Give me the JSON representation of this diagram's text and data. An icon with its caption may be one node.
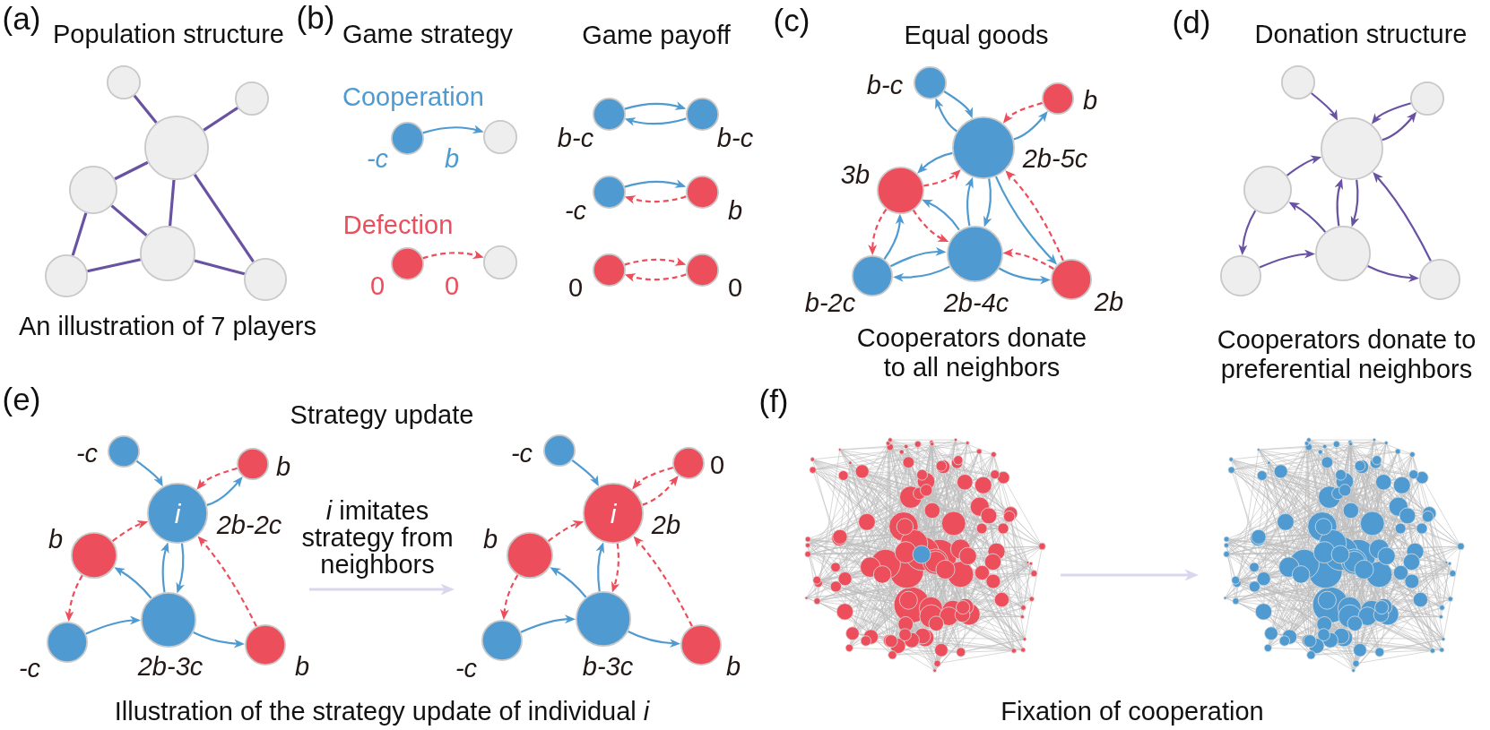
{
  "diagram": {
    "nodes": [
      {
        "text": [],
        "shape": "circle"
      },
      {
        "text": [],
        "shape": "circle"
      },
      {
        "text": [],
        "shape": "circle"
      },
      {
        "text": [],
        "shape": "circle"
      },
      {
        "text": [],
        "shape": "circle"
      },
      {
        "text": [],
        "shape": "circle"
      },
      {
        "text": [],
        "shape": "circle"
      },
      {
        "text": [],
        "shape": "circle",
        "beside": [
          "-c"
        ]
      },
      {
        "text": [],
        "shape": "circle"
      },
      {
        "text": [],
        "shape": "circle",
        "beside": [
          "0"
        ]
      },
      {
        "text": [],
        "shape": "circle"
      },
      {
        "text": [],
        "shape": "circle",
        "beside": [
          "b-c"
        ]
      },
      {
        "text": [],
        "shape": "circle",
        "beside": [
          "b-c"
        ]
      },
      {
        "text": [],
        "shape": "circle",
        "beside": [
          "-c"
        ]
      },
      {
        "text": [],
        "shape": "circle",
        "beside": [
          "b"
        ]
      },
      {
        "text": [],
        "shape": "circle",
        "beside": [
          "0"
        ]
      },
      {
        "text": [],
        "shape": "circle",
        "beside": [
          "0"
        ]
      },
      {
        "text": [],
        "shape": "circle",
        "beside": [
          "b-c"
        ]
      },
      {
        "text": [],
        "shape": "circle",
        "beside": [
          "b"
        ]
      },
      {
        "text": [],
        "shape": "circle",
        "beside": [
          "2b-5c"
        ]
      },
      {
        "text": [],
        "shape": "circle",
        "beside": [
          "3b"
        ]
      },
      {
        "text": [],
        "shape": "circle",
        "beside": [
          "b-2c"
        ]
      },
      {
        "text": [],
        "shape": "circle",
        "beside": [
          "2b-4c"
        ]
      },
      {
        "text": [],
        "shape": "circle",
        "beside": [
          "2b"
        ]
      },
      {
        "text": [],
        "shape": "circle"
      },
      {
        "text": [],
        "shape": "circle"
      },
      {
        "text": [],
        "shape": "circle"
      },
      {
        "text": [],
        "shape": "circle"
      },
      {
        "text": [],
        "shape": "circle"
      },
      {
        "text": [],
        "shape": "circle"
      },
      {
        "text": [],
        "shape": "circle"
      },
      {
        "text": [],
        "shape": "circle",
        "beside": [
          "-c"
        ]
      },
      {
        "text": [],
        "shape": "circle",
        "beside": [
          "b"
        ]
      },
      {
        "text": [
          "i"
        ],
        "beside": [
          "2b-2c"
        ]
      },
      {
        "text": [],
        "shape": "circle",
        "beside": [
          "b"
        ]
      },
      {
        "text": [],
        "shape": "circle",
        "beside": [
          "-c"
        ]
      },
      {
        "text": [],
        "shape": "circle",
        "beside": [
          "2b-3c"
        ]
      },
      {
        "text": [],
        "shape": "circle",
        "beside": [
          "b"
        ]
      },
      {
        "text": [],
        "shape": "circle",
        "beside": [
          "-c"
        ]
      },
      {
        "text": [],
        "shape": "circle",
        "beside": [
          "0"
        ]
      },
      {
        "text": [
          "i"
        ],
        "beside": [
          "2b"
        ]
      },
      {
        "text": [],
        "shape": "circle",
        "beside": [
          "b"
        ]
      },
      {
        "text": [],
        "shape": "circle",
        "beside": [
          "-c"
        ]
      },
      {
        "text": [],
        "shape": "circle",
        "beside": [
          "b-3c"
        ]
      },
      {
        "text": [],
        "shape": "circle",
        "beside": [
          "b"
        ]
      },
      {
        "text": [],
        "shape": "picture"
      },
      {
        "text": [],
        "shape": "picture"
      }
    ],
    "edges": [
      {
        "from": 0,
        "to": 2,
        "arrow": "none",
        "color": "#6a52a3"
      },
      {
        "from": 1,
        "to": 2,
        "arrow": "none",
        "color": "#6a52a3"
      },
      {
        "from": 2,
        "to": 3,
        "arrow": "none",
        "color": "#6a52a3"
      },
      {
        "from": 2,
        "to": 5,
        "arrow": "none",
        "color": "#6a52a3"
      },
      {
        "from": 2,
        "to": 6,
        "arrow": "none",
        "color": "#6a52a3"
      },
      {
        "from": 3,
        "to": 5,
        "arrow": "none",
        "color": "#6a52a3"
      },
      {
        "from": 3,
        "to": 4,
        "arrow": "none",
        "color": "#6a52a3"
      },
      {
        "from": 4,
        "to": 5,
        "arrow": "none",
        "color": "#6a52a3"
      },
      {
        "from": 5,
        "to": 6,
        "arrow": "none",
        "color": "#6a52a3"
      },
      {
        "from": 7,
        "to": 8,
        "arrow": "to",
        "label": "b"
      },
      {
        "from": 9,
        "to": 10,
        "arrow": "to",
        "label": "0",
        "style": "dashed",
        "color": "#ec4e5c"
      },
      {
        "from": 11,
        "to": 12,
        "arrow": "to"
      },
      {
        "from": 12,
        "to": 11,
        "arrow": "to"
      },
      {
        "from": 13,
        "to": 14,
        "arrow": "to"
      },
      {
        "from": 14,
        "to": 13,
        "arrow": "to",
        "style": "dashed",
        "color": "#ec4e5c"
      },
      {
        "from": 15,
        "to": 16,
        "arrow": "to",
        "style": "dashed",
        "color": "#ec4e5c"
      },
      {
        "from": 16,
        "to": 15,
        "arrow": "to",
        "style": "dashed",
        "color": "#ec4e5c"
      },
      {
        "from": 17,
        "to": 19,
        "arrow": "to"
      },
      {
        "from": 19,
        "to": 17,
        "arrow": "to"
      },
      {
        "from": 18,
        "to": 19,
        "arrow": "to",
        "style": "dashed",
        "color": "#ec4e5c"
      },
      {
        "from": 19,
        "to": 18,
        "arrow": "to"
      },
      {
        "from": 19,
        "to": 20,
        "arrow": "to"
      },
      {
        "from": 20,
        "to": 19,
        "arrow": "to",
        "style": "dashed",
        "color": "#ec4e5c"
      },
      {
        "from": 19,
        "to": 22,
        "arrow": "to"
      },
      {
        "from": 22,
        "to": 19,
        "arrow": "to"
      },
      {
        "from": 19,
        "to": 23,
        "arrow": "to"
      },
      {
        "from": 23,
        "to": 19,
        "arrow": "to",
        "style": "dashed",
        "color": "#ec4e5c"
      },
      {
        "from": 20,
        "to": 22,
        "arrow": "to",
        "style": "dashed",
        "color": "#ec4e5c"
      },
      {
        "from": 22,
        "to": 20,
        "arrow": "to"
      },
      {
        "from": 20,
        "to": 21,
        "arrow": "to",
        "style": "dashed",
        "color": "#ec4e5c"
      },
      {
        "from": 21,
        "to": 20,
        "arrow": "to"
      },
      {
        "from": 21,
        "to": 22,
        "arrow": "to"
      },
      {
        "from": 22,
        "to": 21,
        "arrow": "to"
      },
      {
        "from": 22,
        "to": 23,
        "arrow": "to"
      },
      {
        "from": 23,
        "to": 22,
        "arrow": "to",
        "style": "dashed",
        "color": "#ec4e5c"
      },
      {
        "from": 24,
        "to": 26,
        "arrow": "to",
        "color": "#6a52a3"
      },
      {
        "from": 25,
        "to": 26,
        "arrow": "to",
        "color": "#6a52a3"
      },
      {
        "from": 26,
        "to": 25,
        "arrow": "to",
        "color": "#6a52a3"
      },
      {
        "from": 27,
        "to": 26,
        "arrow": "to",
        "color": "#6a52a3"
      },
      {
        "from": 29,
        "to": 27,
        "arrow": "to",
        "color": "#6a52a3"
      },
      {
        "from": 27,
        "to": 28,
        "arrow": "to",
        "color": "#6a52a3"
      },
      {
        "from": 28,
        "to": 29,
        "arrow": "to",
        "color": "#6a52a3"
      },
      {
        "from": 29,
        "to": 26,
        "arrow": "to",
        "color": "#6a52a3"
      },
      {
        "from": 26,
        "to": 29,
        "arrow": "to",
        "color": "#6a52a3"
      },
      {
        "from": 29,
        "to": 30,
        "arrow": "to",
        "color": "#6a52a3"
      },
      {
        "from": 30,
        "to": 26,
        "arrow": "to",
        "color": "#6a52a3"
      },
      {
        "from": 31,
        "to": 33,
        "arrow": "to"
      },
      {
        "from": 32,
        "to": 33,
        "arrow": "to",
        "style": "dashed",
        "color": "#ec4e5c"
      },
      {
        "from": 33,
        "to": 32,
        "arrow": "to"
      },
      {
        "from": 34,
        "to": 33,
        "arrow": "to",
        "style": "dashed",
        "color": "#ec4e5c"
      },
      {
        "from": 36,
        "to": 34,
        "arrow": "to"
      },
      {
        "from": 34,
        "to": 35,
        "arrow": "to",
        "style": "dashed",
        "color": "#ec4e5c"
      },
      {
        "from": 35,
        "to": 36,
        "arrow": "to"
      },
      {
        "from": 36,
        "to": 33,
        "arrow": "to"
      },
      {
        "from": 33,
        "to": 36,
        "arrow": "to"
      },
      {
        "from": 36,
        "to": 37,
        "arrow": "to"
      },
      {
        "from": 37,
        "to": 33,
        "arrow": "to",
        "style": "dashed",
        "color": "#ec4e5c"
      },
      {
        "from": 38,
        "to": 40,
        "arrow": "to"
      },
      {
        "from": 39,
        "to": 40,
        "arrow": "to",
        "style": "dashed",
        "color": "#ec4e5c"
      },
      {
        "from": 40,
        "to": 39,
        "arrow": "to",
        "style": "dashed",
        "color": "#ec4e5c"
      },
      {
        "from": 41,
        "to": 40,
        "arrow": "to",
        "style": "dashed",
        "color": "#ec4e5c"
      },
      {
        "from": 43,
        "to": 41,
        "arrow": "to"
      },
      {
        "from": 41,
        "to": 42,
        "arrow": "to",
        "style": "dashed",
        "color": "#ec4e5c"
      },
      {
        "from": 42,
        "to": 43,
        "arrow": "to"
      },
      {
        "from": 43,
        "to": 40,
        "arrow": "to"
      },
      {
        "from": 40,
        "to": 43,
        "arrow": "to",
        "style": "dashed",
        "color": "#ec4e5c"
      },
      {
        "from": 43,
        "to": 44,
        "arrow": "to"
      },
      {
        "from": 44,
        "to": 40,
        "arrow": "to",
        "style": "dashed",
        "color": "#ec4e5c"
      },
      {
        "from": 45,
        "to": 46,
        "arrow": "to",
        "color": "#d9d7ee"
      }
    ],
    "labels": [
      "(a)",
      "Population structure",
      "(b)",
      "Game strategy",
      "Game payoff",
      "(c)",
      "Equal goods",
      "(d)",
      "Donation structure",
      "Cooperation",
      "Defection",
      "An illustration of 7 players",
      "Cooperators donate to all neighbors",
      "Cooperators donate to preferential neighbors",
      "(e)",
      "Strategy update",
      "(f)",
      "*i* imitates strategy from neighbors",
      "Illustration of the strategy update of individual *i*",
      "Fixation of cooperation"
    ]
  }
}
